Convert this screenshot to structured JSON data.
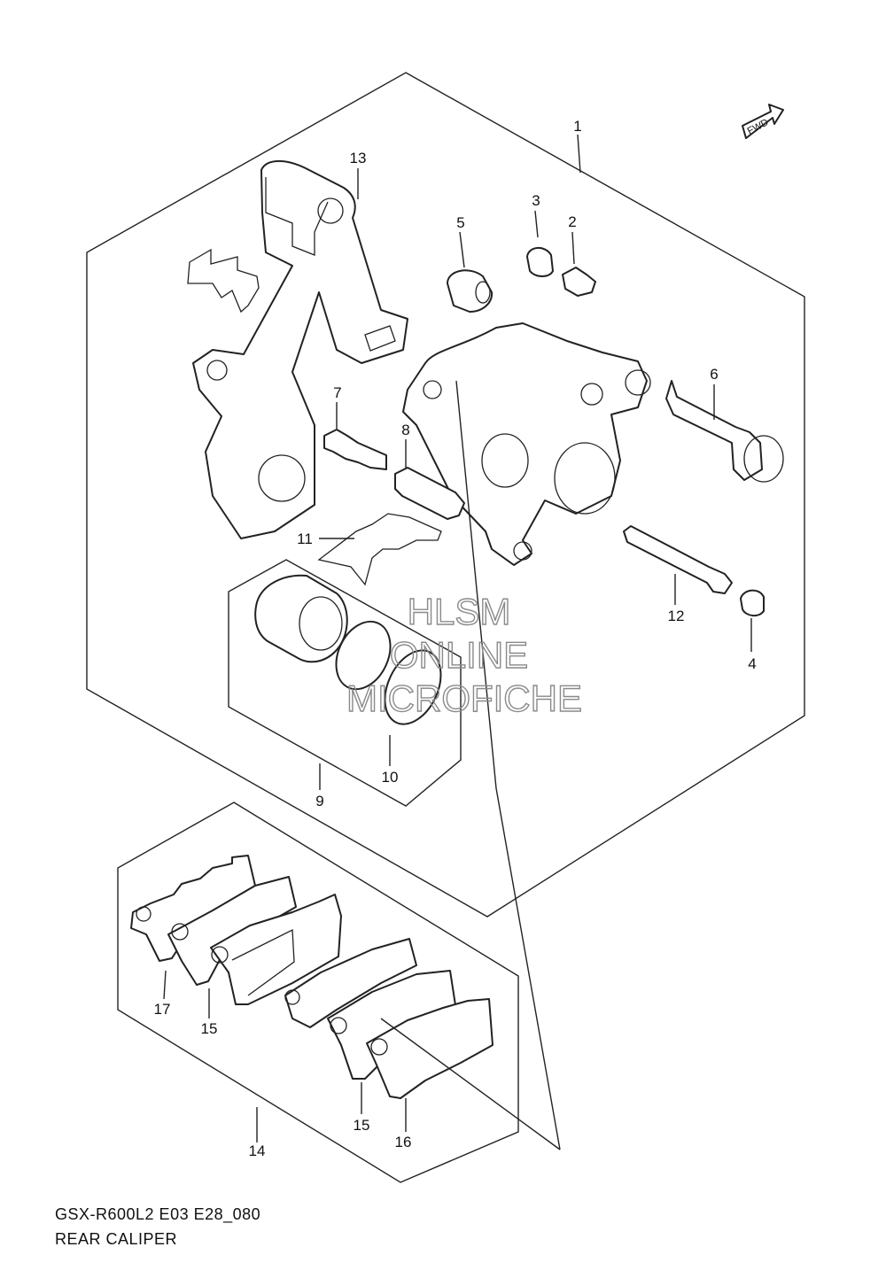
{
  "labels": {
    "fwd": "FWD",
    "watermark": [
      "HLSM",
      "ONLINE",
      "MICROFICHE"
    ],
    "callouts": [
      "1",
      "2",
      "3",
      "4",
      "5",
      "6",
      "7",
      "8",
      "9",
      "10",
      "11",
      "12",
      "13",
      "14",
      "15",
      "15",
      "16",
      "17"
    ]
  },
  "footer": {
    "code": "GSX-R600L2 E03 E28_080",
    "title": "REAR CALIPER"
  }
}
